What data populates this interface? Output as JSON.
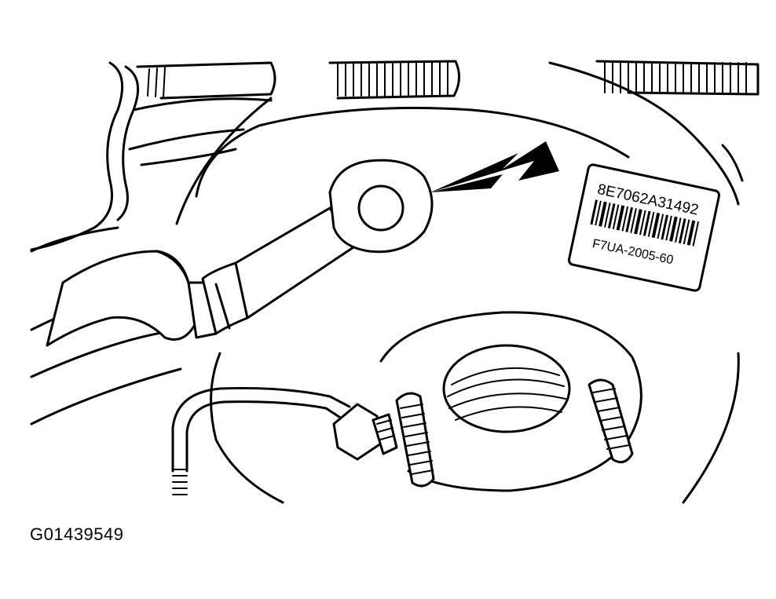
{
  "figure": {
    "id_text": "G01439549"
  },
  "label": {
    "part_number": "8E7062A31492",
    "code": "F7UA-2005-60"
  },
  "colors": {
    "ink": "#000000",
    "paper": "#ffffff"
  }
}
